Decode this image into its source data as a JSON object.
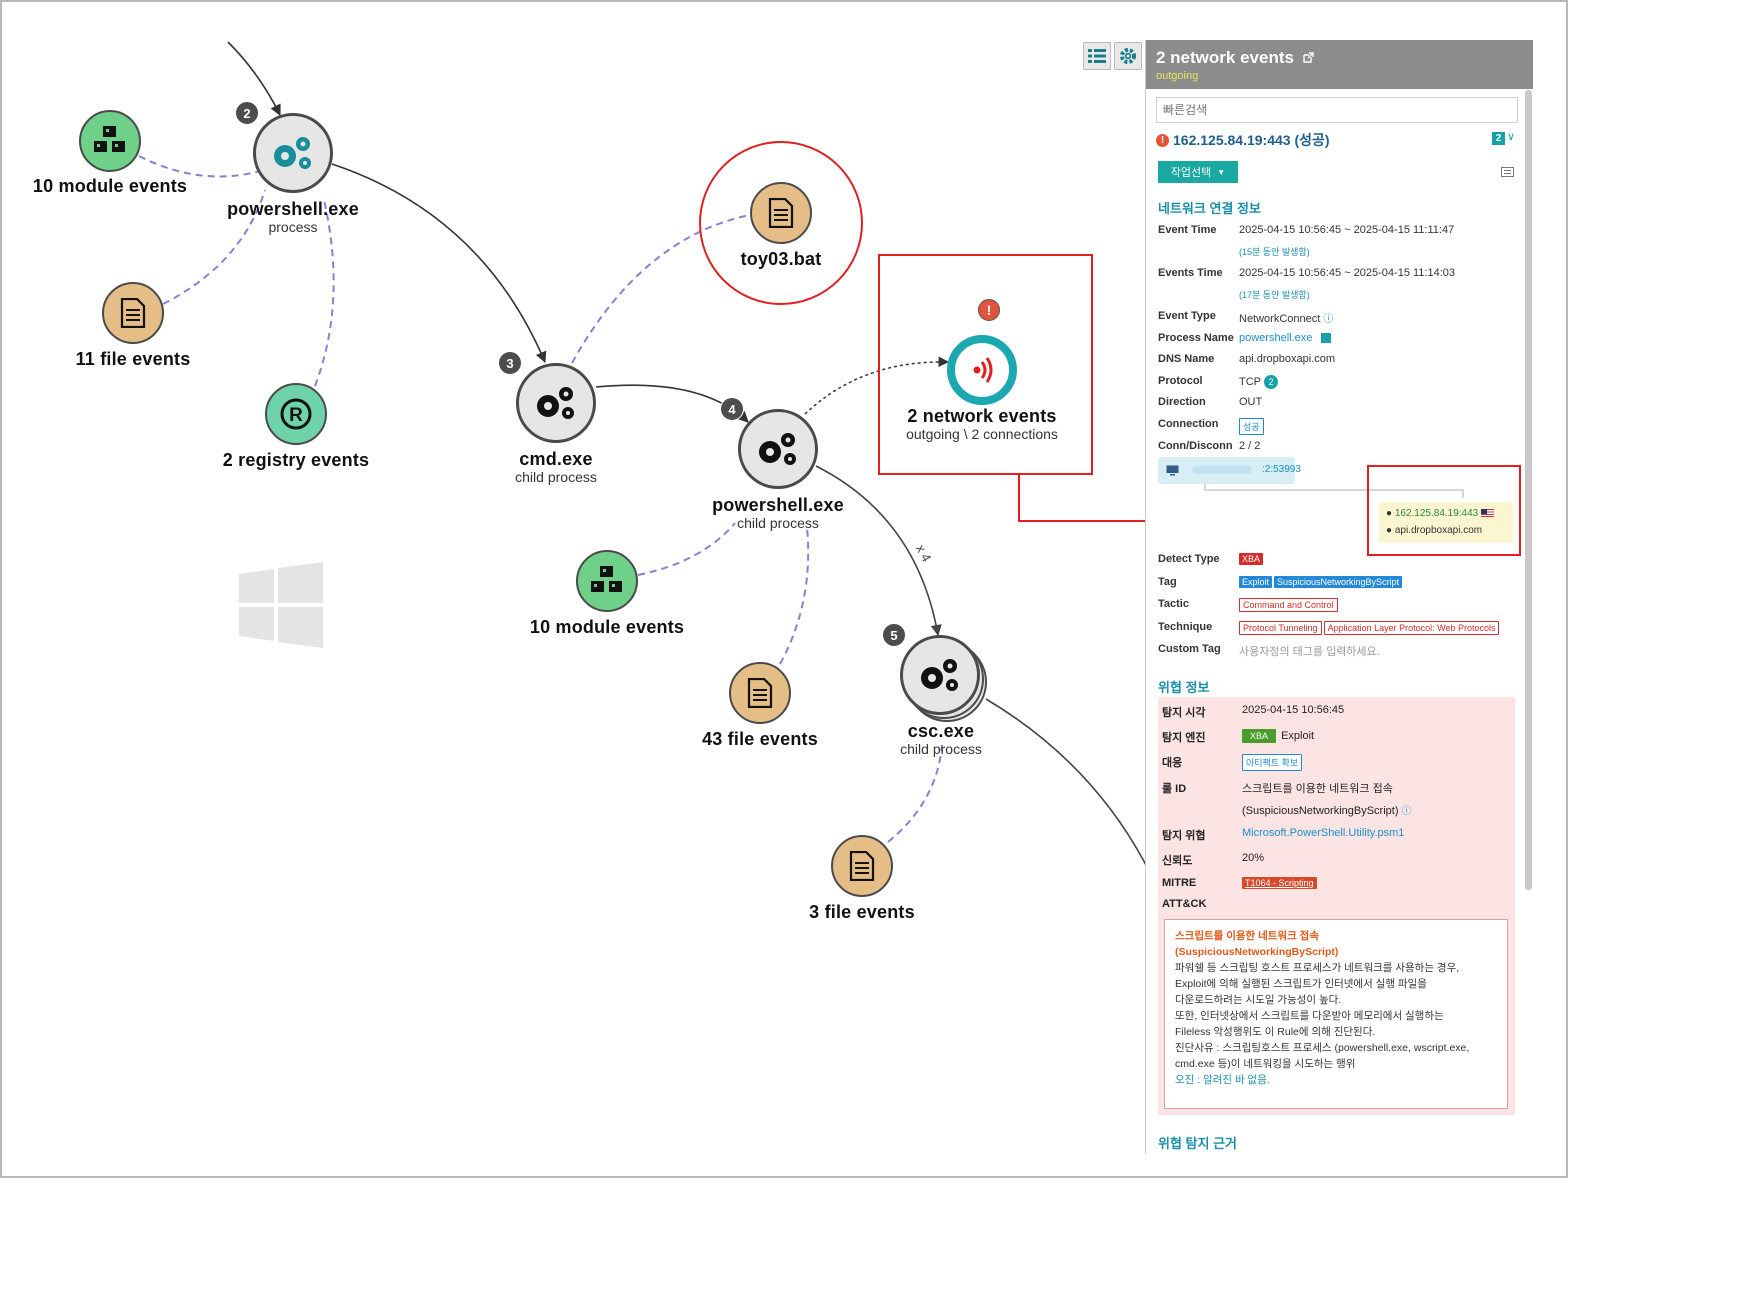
{
  "colors": {
    "accent": "#1ba8b0",
    "highlight_red": "#e02020",
    "proc_fill": "#e6e6e6",
    "module_fill": "#6fd08a",
    "file_fill": "#e5bd86",
    "registry_fill": "#6fd3a9"
  },
  "graph": {
    "nodes": {
      "module1": {
        "title": "10 module events",
        "icon": "cubes-icon"
      },
      "powershell1": {
        "title": "powershell.exe",
        "subtitle": "process",
        "badge": "2",
        "icon": "gears-icon"
      },
      "file1": {
        "title": "11 file events",
        "icon": "file-icon"
      },
      "registry1": {
        "title": "2 registry events",
        "icon": "registry-icon"
      },
      "toybat": {
        "title": "toy03.bat",
        "icon": "file-icon"
      },
      "cmd": {
        "title": "cmd.exe",
        "subtitle": "child process",
        "badge": "3",
        "icon": "gears-icon"
      },
      "network": {
        "title": "2 network events",
        "subtitle": "outgoing \\ 2 connections",
        "alert": "!",
        "icon": "network-signal-icon"
      },
      "powershell2": {
        "title": "powershell.exe",
        "subtitle": "child process",
        "badge": "4",
        "icon": "gears-icon"
      },
      "module2": {
        "title": "10 module events",
        "icon": "cubes-icon"
      },
      "file2": {
        "title": "43 file events",
        "icon": "file-icon"
      },
      "csc": {
        "title": "csc.exe",
        "subtitle": "child process",
        "badge": "5",
        "icon": "gears-icon"
      },
      "file3": {
        "title": "3 file events",
        "icon": "file-icon"
      }
    },
    "edge_multiplier": "x 4"
  },
  "panel": {
    "title": "2 network events",
    "subtitle": "outgoing",
    "search_placeholder": "빠른검색",
    "selected_connection": "162.125.84.19:443 (성공)",
    "count": "2",
    "action_button": "작업선택",
    "section_network": "네트워크 연결 정보",
    "event_time_label": "Event Time",
    "event_time_value": "2025-04-15 10:56:45 ~ 2025-04-15 11:11:47",
    "event_time_note": "(15분 동안 발생함)",
    "events_time_label": "Events Time",
    "events_time_value": "2025-04-15 10:56:45 ~ 2025-04-15 11:14:03",
    "events_time_note": "(17분 동안 발생함)",
    "event_type_label": "Event Type",
    "event_type_value": "NetworkConnect",
    "process_name_label": "Process Name",
    "process_name_value": "powershell.exe",
    "dns_label": "DNS Name",
    "dns_value": "api.dropboxapi.com",
    "protocol_label": "Protocol",
    "protocol_value": "TCP",
    "protocol_count": "2",
    "direction_label": "Direction",
    "direction_value": "OUT",
    "connection_label": "Connection",
    "connection_value": "성공",
    "conn_label": "Conn/Disconn",
    "conn_value": "2 / 2",
    "src_port": ":2:53993",
    "dest_ip": "162.125.84.19:443",
    "dest_host": "api.dropboxapi.com",
    "detect_type_label": "Detect Type",
    "detect_type_value": "XBA",
    "tag_label": "Tag",
    "tags": [
      "Exploit",
      "SuspiciousNetworkingByScript"
    ],
    "tactic_label": "Tactic",
    "tactic_value": "Command and Control",
    "technique_label": "Technique",
    "techniques": [
      "Protocol Tunneling",
      "Application Layer Protocol: Web Protocols"
    ],
    "custom_tag_label": "Custom Tag",
    "custom_tag_placeholder": "사용자정의 태그를 입력하세요.",
    "section_threat": "위협 정보",
    "threat": {
      "detect_time_label": "탐지 시각",
      "detect_time_value": "2025-04-15 10:56:45",
      "engine_label": "탐지 엔진",
      "engine_tag": "XBA",
      "engine_value": "Exploit",
      "response_label": "대응",
      "response_value": "아티팩트 확보",
      "rule_label": "룰 ID",
      "rule_value": "스크립트를 이용한 네트워크 접속",
      "rule_sub": "(SuspiciousNetworkingByScript)",
      "threat_label": "탐지 위협",
      "threat_value": "Microsoft.PowerShell.Utility.psm1",
      "confidence_label": "신뢰도",
      "confidence_value": "20%",
      "mitre_label": "MITRE",
      "mitre_label2": "ATT&CK",
      "mitre_value": "T1064 - Scripting",
      "desc_title": "스크립트를 이용한 네트워크 접속",
      "desc_title2": "(SuspiciousNetworkingByScript)",
      "desc_line1": "파워쉘 등 스크립팅 호스트 프로세스가 네트워크를 사용하는 경우,",
      "desc_line2": "Exploit에 의해 실행된 스크립트가 인터넷에서 실행 파일을",
      "desc_line3": "다운로드하려는 시도일 가능성이 높다.",
      "desc_line4": "또한, 인터넷상에서 스크립트를 다운받아 메모리에서 실행하는",
      "desc_line5": "Fileless 악성행위도 이 Rule에 의해 진단된다.",
      "desc_line6": "진단사유 : 스크립팅호스트 프로세스 (powershell.exe, wscript.exe,",
      "desc_line7": "cmd.exe 등)이 네트워킹을 시도하는 행위",
      "desc_line8": "오진 : 알려진 바 없음."
    },
    "section_evidence": "위협 탐지 근거"
  }
}
